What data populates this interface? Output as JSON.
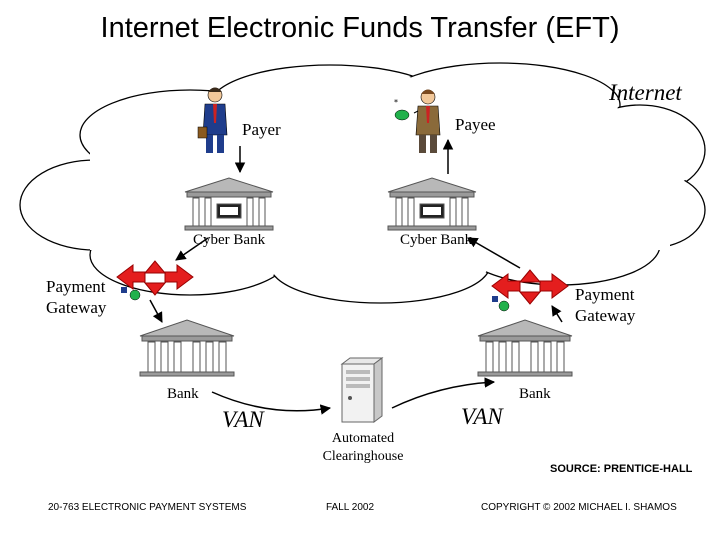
{
  "title": "Internet Electronic Funds Transfer (EFT)",
  "labels": {
    "internet": "Internet",
    "payer": "Payer",
    "payee": "Payee",
    "cyber_bank_left": "Cyber Bank",
    "cyber_bank_right": "Cyber Bank",
    "payment_gateway_left": [
      "Payment",
      "Gateway"
    ],
    "payment_gateway_right": [
      "Payment",
      "Gateway"
    ],
    "bank_left": "Bank",
    "bank_right": "Bank",
    "van_left": "VAN",
    "van_right": "VAN",
    "clearinghouse": [
      "Automated",
      "Clearinghouse"
    ]
  },
  "source": "SOURCE: PRENTICE-HALL",
  "footer": {
    "left": "20-763 ELECTRONIC PAYMENT SYSTEMS",
    "center": "FALL 2002",
    "right": "COPYRIGHT © 2002 MICHAEL I. SHAMOS"
  },
  "colors": {
    "gateway_red": "#e41e1e",
    "gateway_green": "#22b14c",
    "cloud_stroke": "#000000"
  }
}
